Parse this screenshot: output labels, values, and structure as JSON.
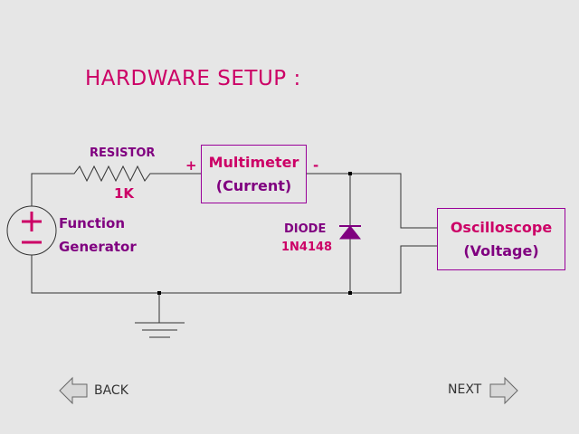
{
  "title": "HARDWARE SETUP :",
  "components": {
    "resistor": {
      "name": "RESISTOR",
      "value": "1K"
    },
    "multimeter": {
      "line1": "Multimeter",
      "line2": "(Current)",
      "plus": "+",
      "minus": "-"
    },
    "diode": {
      "name": "DIODE",
      "part": "1N4148"
    },
    "function_generator": {
      "line1": "Function",
      "line2": "Generator"
    },
    "oscilloscope": {
      "line1": "Oscilloscope",
      "line2": "(Voltage)"
    }
  },
  "navigation": {
    "back_label": "BACK",
    "next_label": "NEXT"
  },
  "colors": {
    "accent": "#cc0066",
    "purple": "#800080",
    "wire": "#333333",
    "background": "#e6e6e6"
  }
}
